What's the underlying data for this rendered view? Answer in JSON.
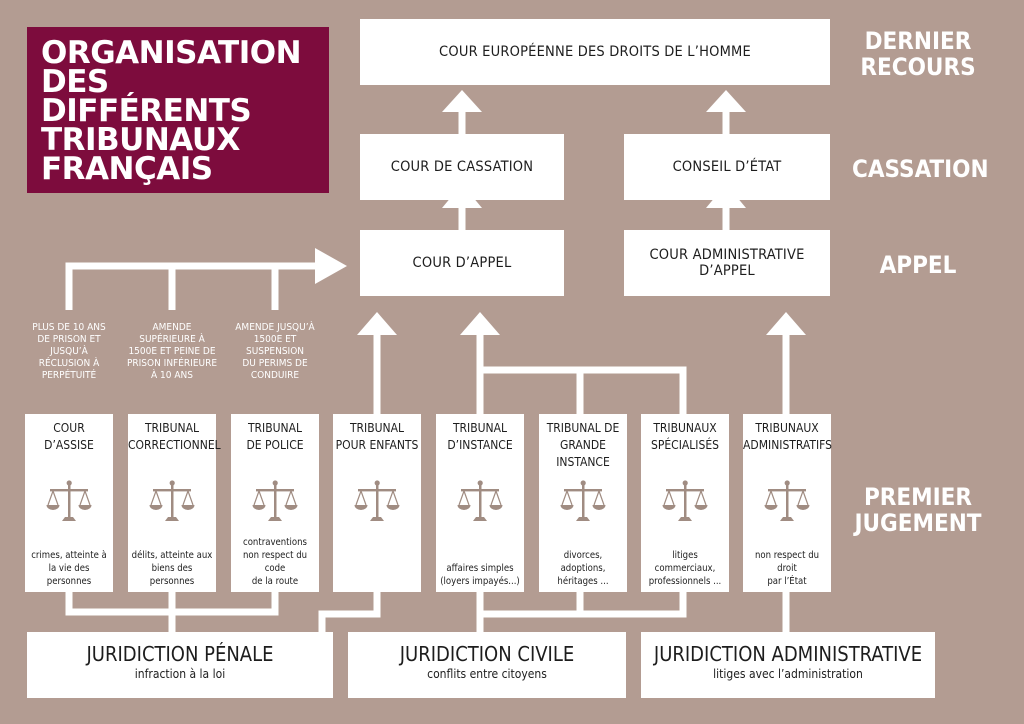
{
  "title": {
    "line1": "ORGANISATION",
    "line2": "DES DIFFÉRENTS",
    "line3": "TRIBUNAUX",
    "line4": "FRANÇAIS"
  },
  "levels": {
    "dernier_recours": {
      "line1": "DERNIER",
      "line2": "RECOURS"
    },
    "cassation": "CASSATION",
    "appel": "APPEL",
    "premier_jugement": {
      "line1": "PREMIER",
      "line2": "JUGEMENT"
    }
  },
  "top": {
    "cedh": "COUR EUROPÉENNE DES DROITS DE L’HOMME",
    "cour_cassation": "COUR DE CASSATION",
    "conseil_etat": "CONSEIL D’ÉTAT",
    "cour_appel": "COUR D’APPEL",
    "cour_admin_appel": "COUR ADMINISTRATIVE D’APPEL"
  },
  "criteria": {
    "assise": [
      "PLUS DE 10 ANS",
      "DE PRISON ET",
      "JUSQU’À",
      "RÉCLUSION À",
      "PERPÉTUITÉ"
    ],
    "correctionnel": [
      "AMENDE",
      "SUPÉRIEURE À",
      "1500E ET PEINE DE",
      "PRISON INFÉRIEURE",
      "À 10 ANS"
    ],
    "police": [
      "AMENDE JUSQU’À",
      "1500E ET",
      "SUSPENSION",
      "DU PERIMS DE",
      "CONDUIRE"
    ]
  },
  "courts": [
    {
      "name": [
        "COUR",
        "D’ASSISE"
      ],
      "desc": [
        "crimes, atteinte à",
        "la vie des personnes"
      ]
    },
    {
      "name": [
        "TRIBUNAL",
        "CORRECTIONNEL"
      ],
      "desc": [
        "délits, atteinte aux",
        "biens des personnes"
      ]
    },
    {
      "name": [
        "TRIBUNAL",
        "DE POLICE"
      ],
      "desc": [
        "contraventions",
        "non respect du code",
        "de la route"
      ]
    },
    {
      "name": [
        "TRIBUNAL",
        "POUR ENFANTS"
      ],
      "desc": []
    },
    {
      "name": [
        "TRIBUNAL",
        "D’INSTANCE"
      ],
      "desc": [
        "affaires simples",
        "(loyers impayés...)"
      ]
    },
    {
      "name": [
        "TRIBUNAL DE",
        "GRANDE INSTANCE"
      ],
      "desc": [
        "divorces, adoptions,",
        "héritages ..."
      ]
    },
    {
      "name": [
        "TRIBUNAUX",
        "SPÉCIALISÉS"
      ],
      "desc": [
        "litiges commerciaux,",
        "professionnels ..."
      ]
    },
    {
      "name": [
        "TRIBUNAUX",
        "ADMINISTRATIFS"
      ],
      "desc": [
        "non respect du droit",
        "par l’État"
      ]
    }
  ],
  "juridictions": {
    "penale": {
      "title": "JURIDICTION PÉNALE",
      "sub": "infraction à la loi"
    },
    "civile": {
      "title": "JURIDICTION CIVILE",
      "sub": "conflits entre citoyens"
    },
    "administrative": {
      "title": "JURIDICTION ADMINISTRATIVE",
      "sub": "litiges avec l’administration"
    }
  },
  "colors": {
    "background": "#b39c92",
    "title_bg": "#7d0c3d",
    "box": "#ffffff",
    "text": "#1d1d1d",
    "scale_icon": "#a08c82",
    "lines": "#ffffff"
  },
  "icons": {
    "court_icon": "scales-of-justice-icon"
  }
}
